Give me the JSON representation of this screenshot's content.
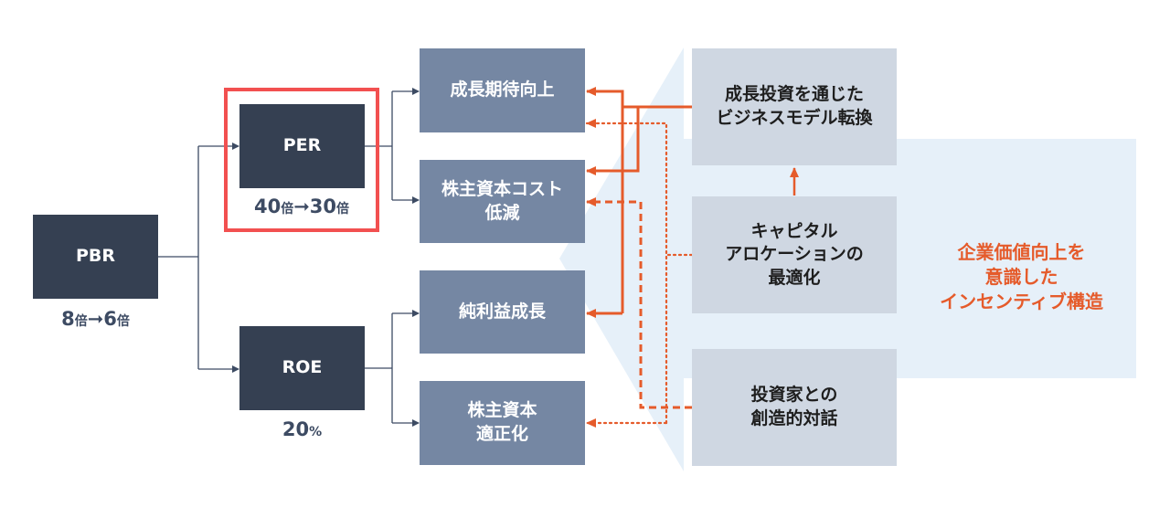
{
  "colors": {
    "dark_box": "#354052",
    "mid_box": "#7587a3",
    "light_box": "#cfd7e2",
    "panel": "#e6f0f9",
    "accent_orange": "#e55b2b",
    "highlight_red": "#f25050",
    "connector": "#3d4b63"
  },
  "metrics": {
    "pbr": {
      "label": "PBR",
      "value_from": "8",
      "value_to": "6",
      "unit": "倍",
      "arrow": "➞"
    },
    "per": {
      "label": "PER",
      "value_from": "40",
      "value_to": "30",
      "unit": "倍",
      "arrow": "➞",
      "highlighted": true
    },
    "roe": {
      "label": "ROE",
      "value": "20",
      "unit": "%"
    }
  },
  "drivers": [
    {
      "id": "growth-expectation",
      "label": "成長期待向上"
    },
    {
      "id": "cost-of-equity",
      "label": "株主資本コスト\n低減"
    },
    {
      "id": "net-income-growth",
      "label": "純利益成長"
    },
    {
      "id": "equity-optimization",
      "label": "株主資本\n適正化"
    }
  ],
  "initiatives": [
    {
      "id": "business-model",
      "label": "成長投資を通じた\nビジネスモデル転換"
    },
    {
      "id": "capital-allocation",
      "label": "キャピタル\nアロケーションの\n最適化"
    },
    {
      "id": "investor-dialogue",
      "label": "投資家との\n創造的対話"
    }
  ],
  "incentive_text": "企業価値向上を\n意識した\nインセンティブ構造",
  "connections": [
    {
      "from": "business-model",
      "to": [
        "growth-expectation",
        "cost-of-equity",
        "net-income-growth"
      ],
      "style": "solid"
    },
    {
      "from": "capital-allocation",
      "to": [
        "growth-expectation",
        "equity-optimization"
      ],
      "style": "dotted"
    },
    {
      "from": "investor-dialogue",
      "to": [
        "cost-of-equity"
      ],
      "style": "dashed"
    },
    {
      "from": "capital-allocation",
      "to": [
        "business-model"
      ],
      "style": "solid"
    }
  ]
}
